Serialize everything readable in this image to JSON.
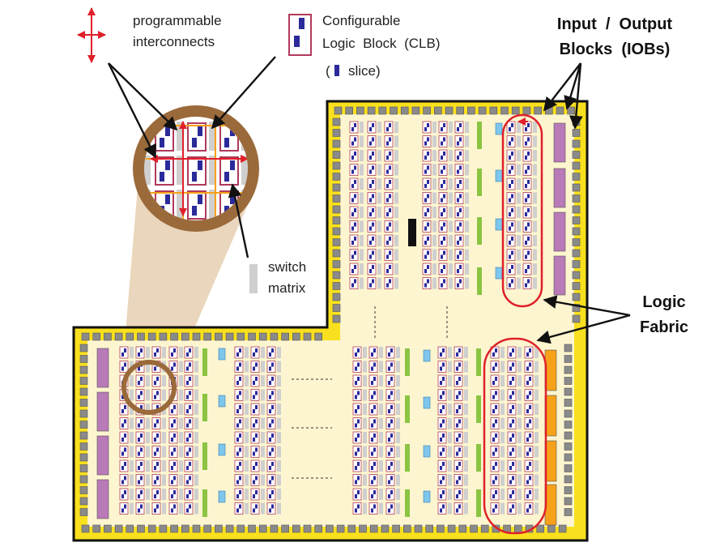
{
  "legend": {
    "interconnects_line1": "programmable",
    "interconnects_line2": "interconnects",
    "clb_line1": "Configurable",
    "clb_line2": "Logic  Block  (CLB)",
    "slice_paren_open": "(",
    "slice_text": "slice)",
    "switch_line1": "switch",
    "switch_line2": "matrix"
  },
  "callouts": {
    "iob_line1": "Input  /  Output",
    "iob_line2": "Blocks  (IOBs)",
    "fabric_line1": "Logic",
    "fabric_line2": "Fabric"
  },
  "colors": {
    "chip_fill": "#f9e01e",
    "fabric_fill": "#fcf5cf",
    "outline": "#111111",
    "io_pad": "#8a8a8a",
    "clb_border": "#b03a5b",
    "slice": "#2b2a9a",
    "switch": "#cfcfcf",
    "iob_purple": "#b97ab8",
    "iob_orange": "#f7a11a",
    "dsp_green": "#8bc442",
    "bram_blue": "#7ec6ec",
    "highlight_red": "#e0202a",
    "arrow_red": "#e0202a",
    "lens_brown": "#9b6a3a",
    "lens_beam": "#e6cfb0"
  }
}
